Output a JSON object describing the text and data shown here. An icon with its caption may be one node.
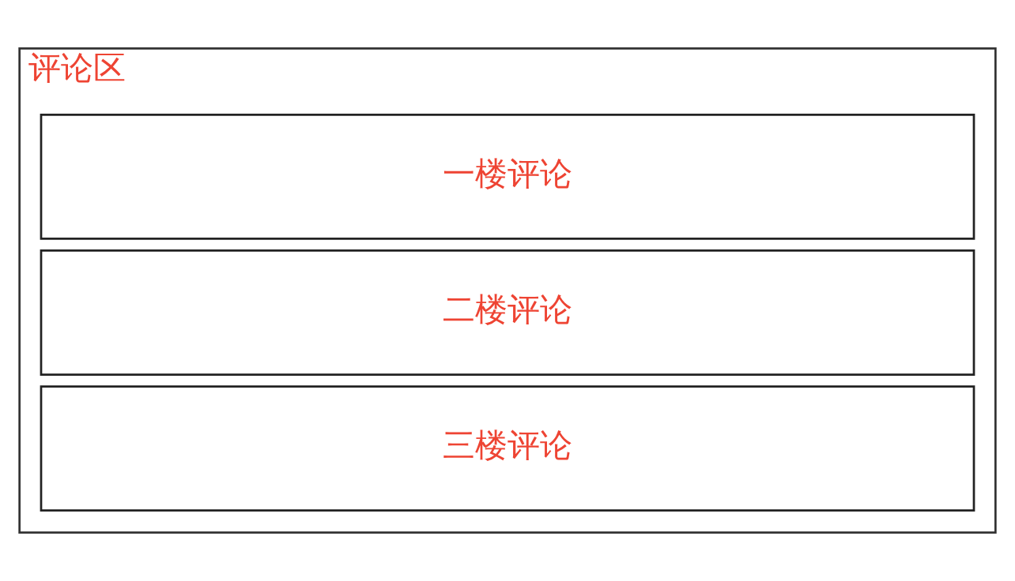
{
  "diagram": {
    "nodes": [
      {
        "text": [
          "评论区"
        ]
      },
      {
        "text": [
          "一楼评论"
        ],
        "in": 0
      },
      {
        "text": [
          "二楼评论"
        ],
        "in": 0
      },
      {
        "text": [
          "三楼评论"
        ],
        "in": 0
      }
    ]
  }
}
